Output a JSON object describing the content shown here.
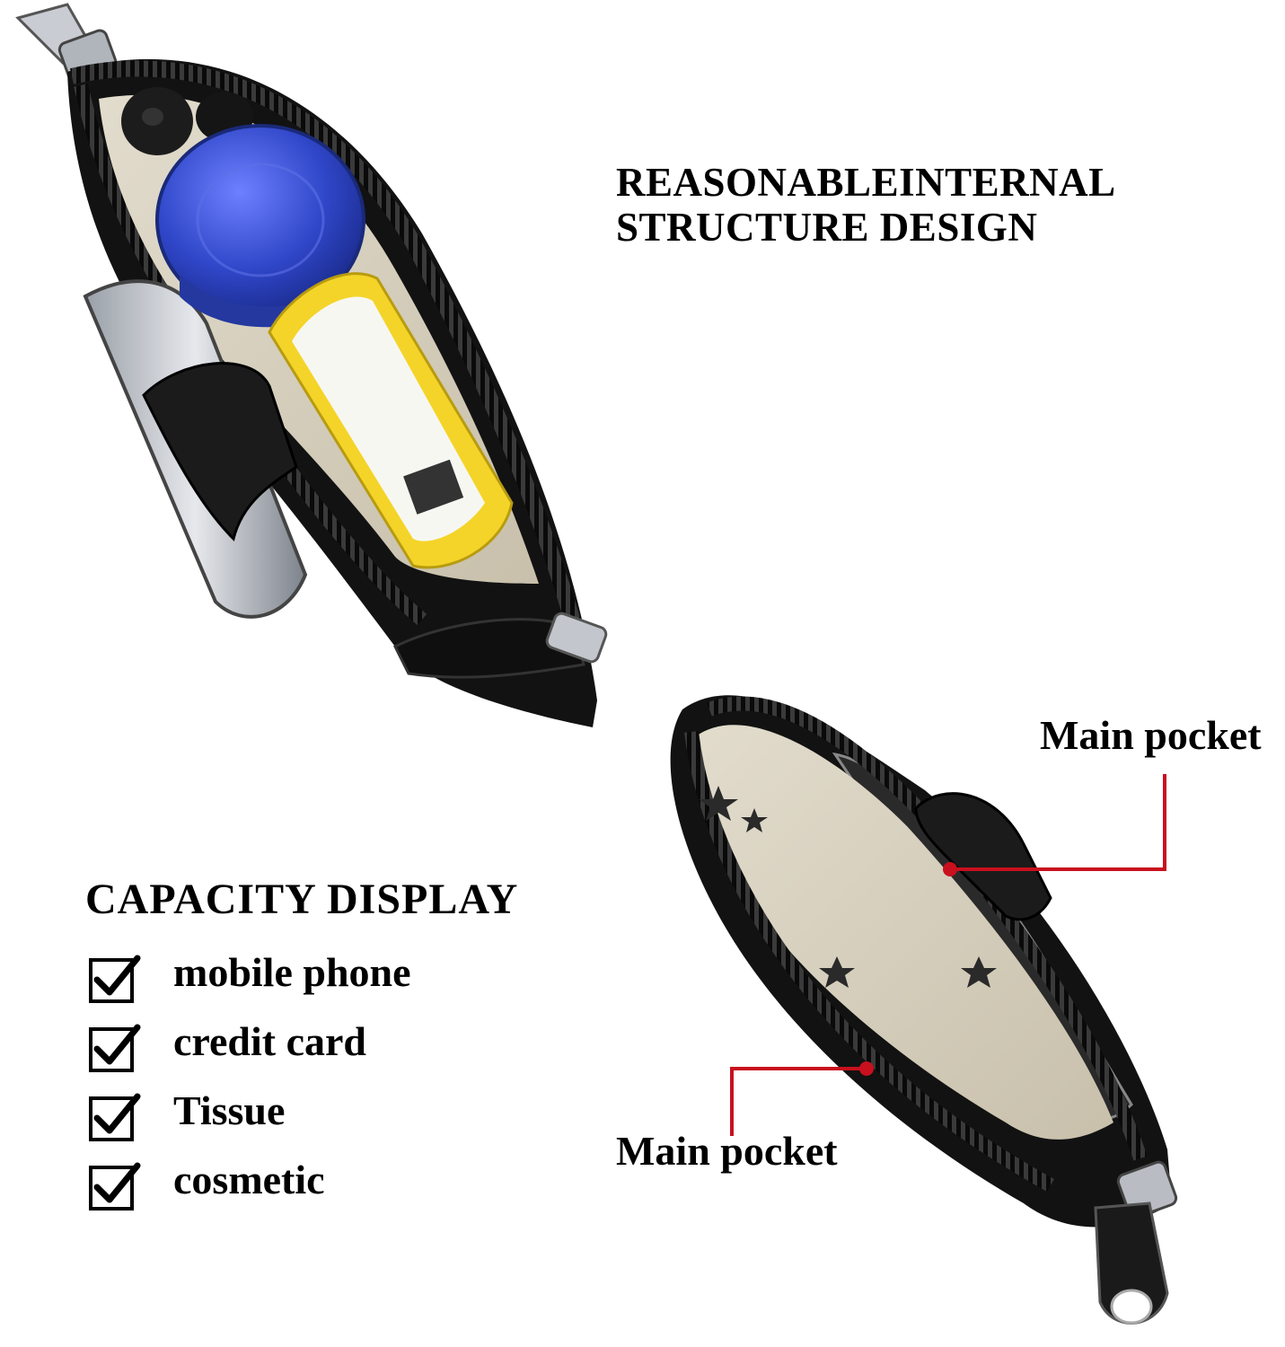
{
  "heading": {
    "line1": "REASONABLEINTERNAL",
    "line2": "STRUCTURE DESIGN"
  },
  "capacity": {
    "title": "CAPACITY DISPLAY",
    "items": [
      {
        "label": "mobile phone",
        "checked": true
      },
      {
        "label": "credit card",
        "checked": true
      },
      {
        "label": "Tissue",
        "checked": true
      },
      {
        "label": "cosmetic",
        "checked": true
      }
    ]
  },
  "callouts": {
    "top_label": "Main pocket",
    "bottom_label": "Main pocket"
  },
  "colors": {
    "callout_line": "#c8101e",
    "leather": "#111111",
    "lining": "#d9d3c3",
    "container_blue": "#2f46c8",
    "packet_yellow": "#f2d21c"
  }
}
